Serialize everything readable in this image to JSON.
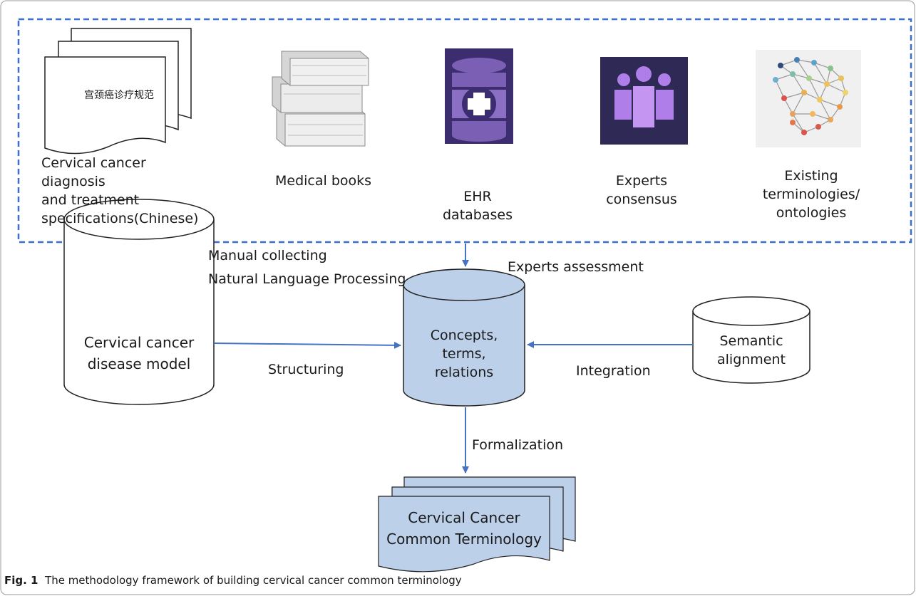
{
  "sources": {
    "doc_title_cn": "宫颈癌诊疗规范",
    "guidelines": [
      "Cervical cancer",
      "diagnosis",
      "and treatment",
      "specifications(Chinese)"
    ],
    "books": "Medical books",
    "ehr": [
      "EHR",
      "databases"
    ],
    "experts": [
      "Experts",
      "consensus"
    ],
    "terminologies": [
      "Existing",
      "terminologies/",
      "ontologies"
    ]
  },
  "flows": {
    "collect_1": "Manual collecting",
    "collect_2": "Natural Language Processing",
    "assessment": "Experts assessment",
    "structuring": "Structuring",
    "integration": "Integration",
    "formalization": "Formalization"
  },
  "nodes": {
    "disease_model": [
      "Cervical cancer",
      "disease model"
    ],
    "core": [
      "Concepts,",
      "terms,",
      "relations"
    ],
    "semantic": [
      "Semantic",
      "alignment"
    ],
    "output": [
      "Cervical Cancer",
      "Common Terminology"
    ]
  },
  "caption": {
    "label": "Fig. 1",
    "text": "The methodology framework of building cervical cancer common terminology"
  },
  "colors": {
    "arrow": "#4472c4",
    "dashed_border": "#3a6ecf",
    "node_fill": "#bdd0ea",
    "ehr_purple": "#3c2e6e",
    "experts_bg": "#2e2a55",
    "experts_figure": "#b07ee8"
  }
}
